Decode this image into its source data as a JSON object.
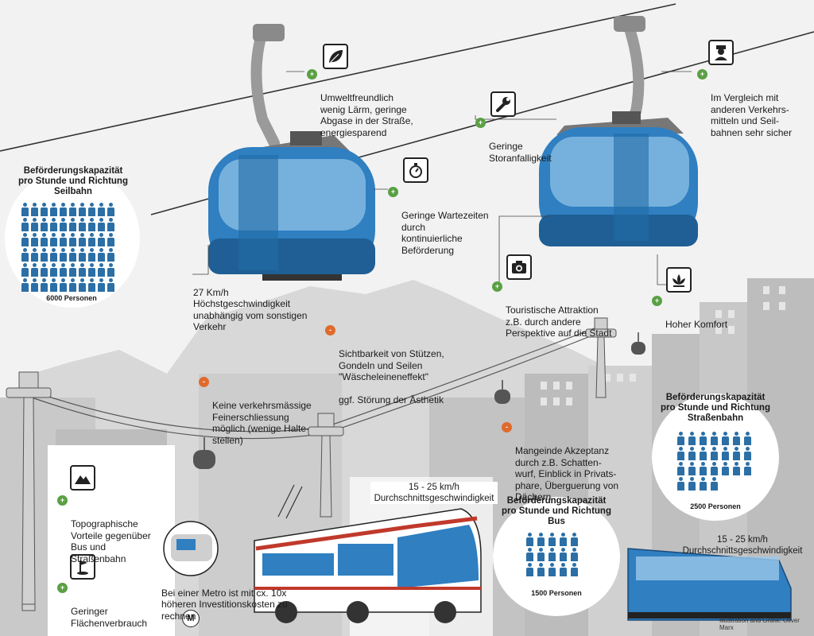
{
  "seilbahn_capacity": {
    "title": "Beförderungskapazität\npro Stunde und Richtung\nSeilbahn",
    "count": "6000 Personen",
    "people_icons": 60
  },
  "strassenbahn_capacity": {
    "title": "Beförderungskapazität\npro Stunde und Richtung\nStraßenbahn",
    "count": "2500 Personen",
    "people_icons": 25
  },
  "bus_capacity": {
    "title": "Beförderungskapazität\npro Stunde und Richtung\nBus",
    "count": "1500 Personen",
    "people_icons": 15
  },
  "annotations": {
    "umwelt": {
      "text": "Umweltfreundlich\nwenig Lärm, geringe\nAbgase in der Straße,\nenergiesparend",
      "sign": "+",
      "icon": "leaf-icon"
    },
    "sicher": {
      "text": "Im Vergleich mit\nanderen Verkehrs-\nmitteln und Seil-\nbahnen sehr sicher",
      "sign": "+",
      "icon": "police-icon"
    },
    "stoer": {
      "text": "Geringe\nStoranfalligkeit",
      "sign": "+",
      "icon": "wrench-icon"
    },
    "warte": {
      "text": "Geringe Wartezeiten\ndurch\nkontinuierliche\nBeförderung",
      "sign": "+",
      "icon": "stopwatch-icon"
    },
    "speed": {
      "text": "27 Km/h\nHöchstgeschwindigkeit\nunabhängig vom sonstigen\nVerkehr"
    },
    "tourist": {
      "text": "Touristische Attraktion\nz.B. durch andere\nPerspektive auf die Stadt",
      "sign": "+",
      "icon": "camera-icon"
    },
    "komfort": {
      "text": "Hoher Komfort",
      "sign": "+",
      "icon": "lotus-icon"
    },
    "sicht": {
      "text": "Sichtbarkeit von Stützen,\nGondeln und Seilen\n\"Wäscheleineneffekt\"\n\nggf. Störung der Ästhetik",
      "sign": "-"
    },
    "feiner": {
      "text": "Keine verkehrsmässige\nFeinerschliessung\nmöglich (wenige Halte-\nstellen)",
      "sign": "-"
    },
    "akzeptanz": {
      "text": "Mangeinde Akzeptanz\ndurch z.B. Schatten-\nwurf, Einblick in Privats-\nphare, Überguerung von\nDächern",
      "sign": "-"
    },
    "topo": {
      "text": "Topographische\nVorteile gegenüber\nBus und\nStraßenbahn",
      "sign": "+",
      "icon": "mountain-icon"
    },
    "flaeche": {
      "text": "Geringer\nFlächenverbrauch",
      "sign": "+",
      "icon": "golf-flag-icon"
    },
    "metro": {
      "text": "Bei einer Metro ist mit cx. 10x\nhöheren Investitionskosten zu\nrechnen",
      "icon": "metro-icon",
      "metro_letter": "M"
    }
  },
  "bus_speed": "15 - 25 km/h\nDurchschnittsgeschwindigkeit",
  "tram_speed": "15 - 25 km/h\nDurchschnittsgeschwindigkeit",
  "credit": "Illustration and Grafik: Oliver Marx",
  "colors": {
    "gondola": "#2f7fc1",
    "gondola_dark": "#1f5f95",
    "city": "#cfcfcf",
    "mountain": "#d6d6d6",
    "positive": "#5aa044",
    "negative": "#e06a2c",
    "people": "#2b6fa6"
  }
}
